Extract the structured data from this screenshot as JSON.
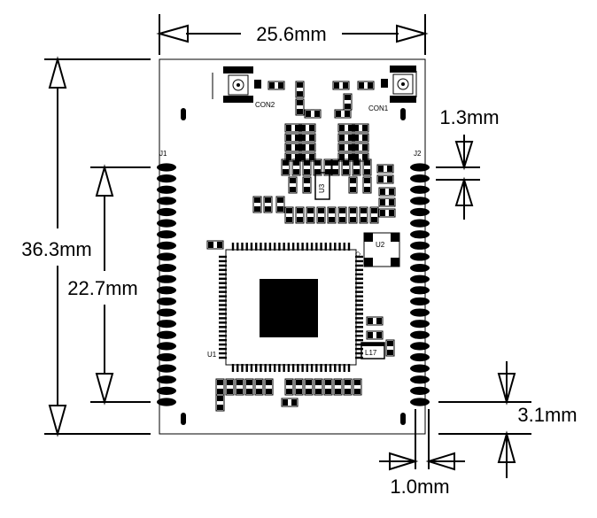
{
  "dimensions": {
    "width": "25.6mm",
    "height": "36.3mm",
    "pin_span": "22.7mm",
    "pin_pitch": "1.3mm",
    "bottom_offset": "3.1mm",
    "pad_width": "1.0mm"
  },
  "labels": {
    "header_left": "J1",
    "header_right": "J2",
    "antenna_left": "CON2",
    "antenna_right": "CON1",
    "main_chip": "U1",
    "side_chip": "U2",
    "regulator": "U3",
    "inductor": "L17"
  },
  "header": {
    "pin_count": 22
  }
}
